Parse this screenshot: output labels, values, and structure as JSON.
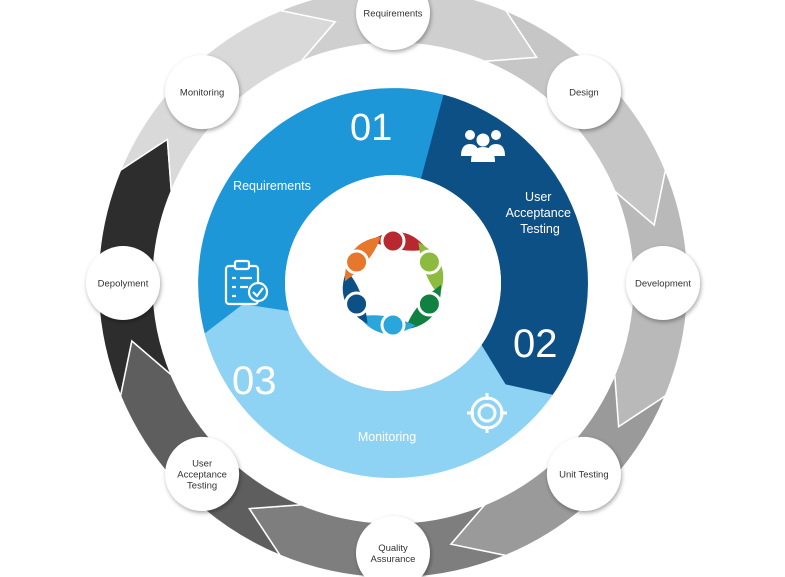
{
  "outer_ring": {
    "steps": [
      {
        "label": "Requirements",
        "color": "#cfcfcf"
      },
      {
        "label": "Design",
        "color": "#c6c6c6"
      },
      {
        "label": "Development",
        "color": "#b9b9b9"
      },
      {
        "label": "Unit Testing",
        "color": "#9a9a9a"
      },
      {
        "label": "Quality Assurance",
        "lines": [
          "Quality",
          "Assurance"
        ],
        "color": "#7e7e7e"
      },
      {
        "label": "User Acceptance Testing",
        "lines": [
          "User",
          "Acceptance",
          "Testing"
        ],
        "color": "#5e5e5e"
      },
      {
        "label": "Depolyment",
        "color": "#2d2d2d"
      },
      {
        "label": "Monitoring",
        "color": "#d9d9d9"
      }
    ]
  },
  "phases": [
    {
      "number": "01",
      "label": "Requirements",
      "icon": "clipboard-check-icon",
      "color": "#1e97d8"
    },
    {
      "number": "02",
      "label": "User Acceptance Testing",
      "lines": [
        "User",
        "Acceptance",
        "Testing"
      ],
      "icon": "team-icon",
      "color": "#0c5085"
    },
    {
      "number": "03",
      "label": "Monitoring",
      "icon": "target-icon",
      "color": "#8ed3f3"
    }
  ],
  "center": {
    "icon": "people-circle-icon",
    "figure_colors": [
      "#b8292f",
      "#8cbb3f",
      "#108140",
      "#29a6db",
      "#0c5085",
      "#e7782b"
    ]
  }
}
